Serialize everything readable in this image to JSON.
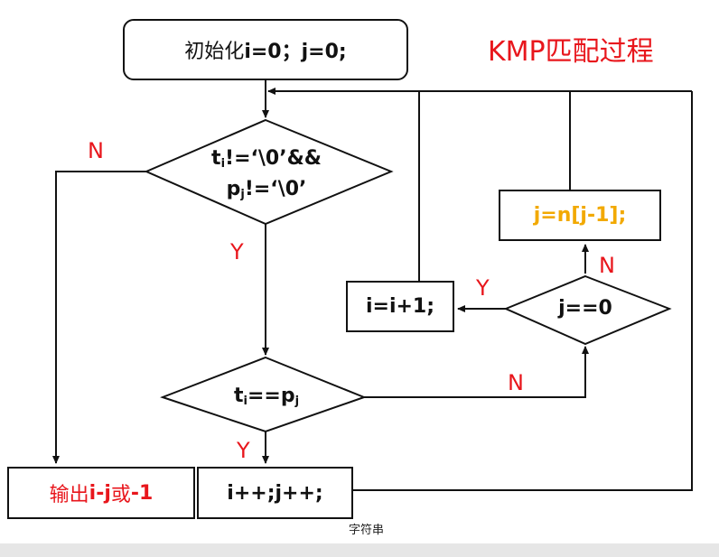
{
  "title": "KMP匹配过程",
  "footer": "字符串",
  "nodes": {
    "init": {
      "zh": "初始化",
      "code": "i=0；j=0;"
    },
    "loop_condition": {
      "line1": {
        "a": "t",
        "sub": "i",
        "b": "!=‘\\0’&&"
      },
      "line2": {
        "a": "p",
        "sub": "j",
        "b": "!=‘\\0’"
      }
    },
    "match_condition": {
      "a": "t",
      "sub1": "i",
      "b": "==p",
      "sub2": "j"
    },
    "j_zero_condition": "j==0",
    "increment_i": "i=i+1;",
    "assign_j": "j=n[j-1];",
    "output": {
      "zh1": "输出",
      "code": "i-j",
      "zh2": "或",
      "code2": "-1"
    },
    "increment_both": "i++;j++;"
  },
  "branch_labels": {
    "loop_no": "N",
    "loop_yes": "Y",
    "match_yes": "Y",
    "match_no": "N",
    "jzero_yes": "Y",
    "jzero_no": "N"
  },
  "colors": {
    "title": "#e8161c",
    "branch_label": "#e8161c",
    "assign_j_text": "#f2a900",
    "output_text": "#e8161c",
    "line": "#111111"
  }
}
